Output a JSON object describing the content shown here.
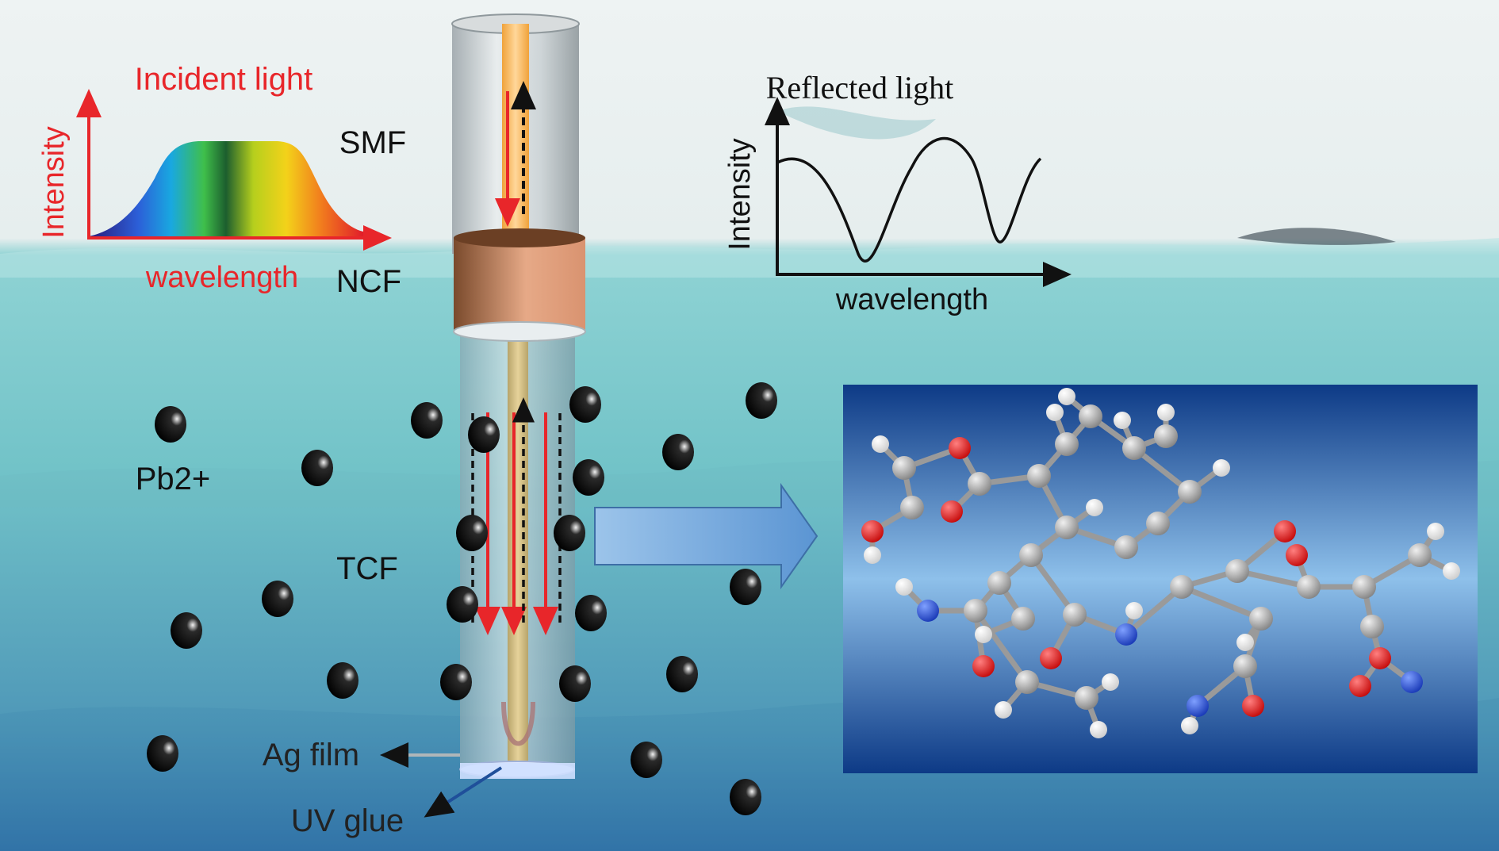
{
  "labels": {
    "smf": "SMF",
    "ncf": "NCF",
    "tcf": "TCF",
    "pb": "Pb2+",
    "ag_film": "Ag film",
    "uv_glue": "UV glue"
  },
  "incident_plot": {
    "title": "Incident light",
    "ylabel": "Intensity",
    "xlabel": "wavelength",
    "title_color": "#e8262a",
    "axis_color": "#e8262a"
  },
  "reflected_plot": {
    "title": "Reflected light",
    "ylabel": "Intensity",
    "xlabel": "wavelength",
    "axis_color": "#111111"
  },
  "colors": {
    "water_top": "#7fcfd2",
    "water_bottom": "#2f6fa6",
    "sky": "#f4f4f4",
    "ion": "#111111",
    "red_arrow": "#e8262a",
    "coupler": "#b9784c",
    "molecule_panel": "#1b4f9a",
    "arrow_fill": "#6fa8dc"
  },
  "icons": {
    "ion": "black-sphere-icon",
    "big_arrow": "block-arrow-right-icon",
    "molecule": "ball-and-stick-molecule-icon"
  }
}
